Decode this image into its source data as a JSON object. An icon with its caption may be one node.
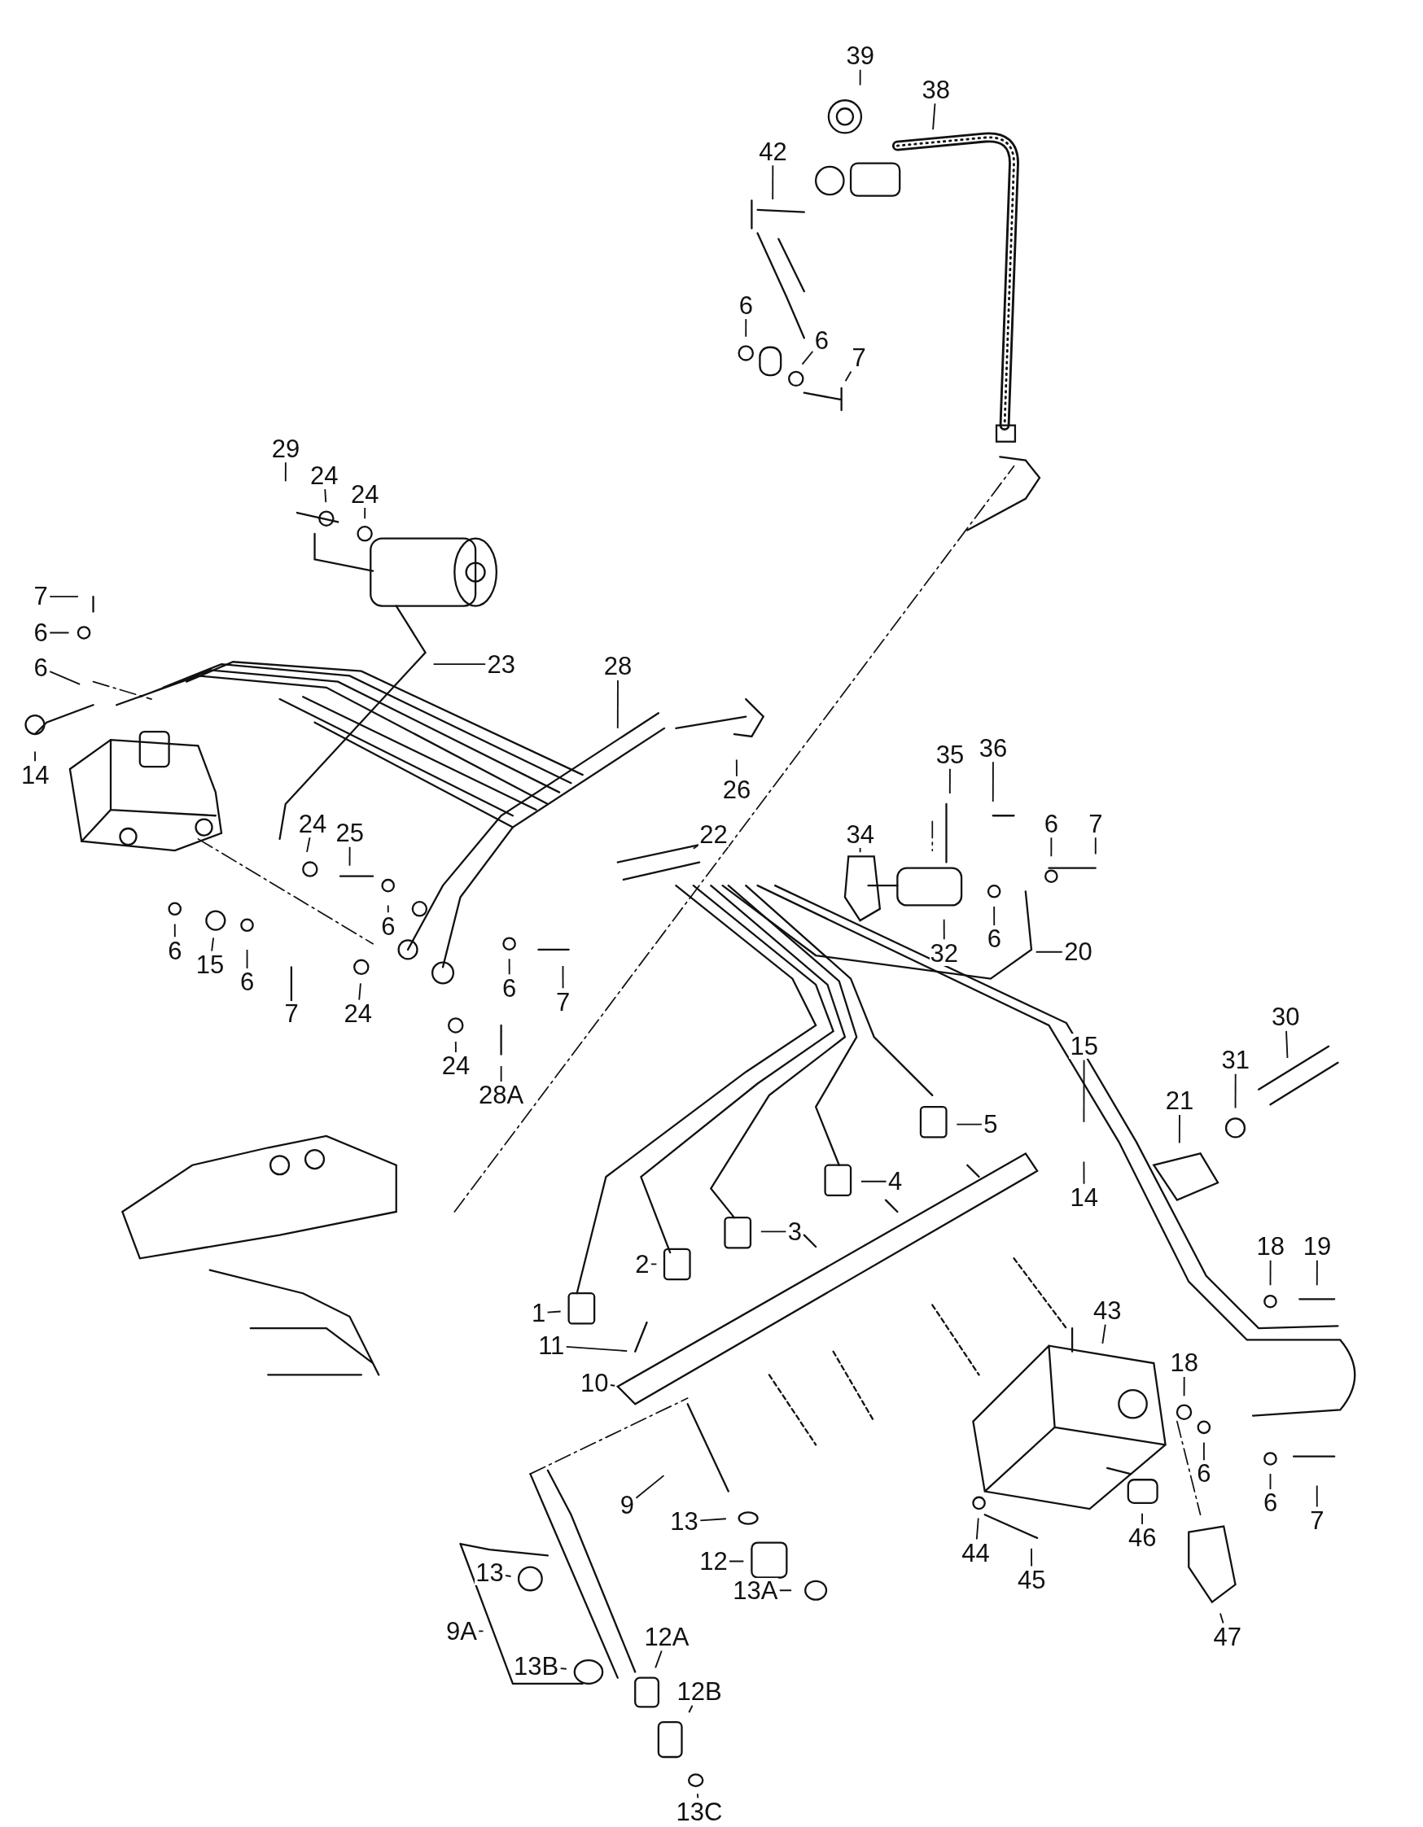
{
  "diagram": {
    "nodes": [
      {
        "text": [
          "39"
        ]
      },
      {
        "text": [
          "38"
        ]
      },
      {
        "text": [
          "42"
        ]
      },
      {
        "text": [
          "6"
        ]
      },
      {
        "text": [
          "6"
        ]
      },
      {
        "text": [
          "7"
        ]
      },
      {
        "text": [
          "29"
        ]
      },
      {
        "text": [
          "24"
        ]
      },
      {
        "text": [
          "24"
        ]
      },
      {
        "text": [
          "7"
        ]
      },
      {
        "text": [
          "6"
        ]
      },
      {
        "text": [
          "23"
        ]
      },
      {
        "text": [
          "6"
        ]
      },
      {
        "text": [
          "28"
        ]
      },
      {
        "text": [
          "14"
        ]
      },
      {
        "text": [
          "26"
        ]
      },
      {
        "text": [
          "36"
        ]
      },
      {
        "text": [
          "35"
        ]
      },
      {
        "text": [
          "24"
        ]
      },
      {
        "text": [
          "25"
        ]
      },
      {
        "text": [
          "34"
        ]
      },
      {
        "text": [
          "22"
        ]
      },
      {
        "text": [
          "6"
        ]
      },
      {
        "text": [
          "7"
        ]
      },
      {
        "text": [
          "6"
        ]
      },
      {
        "text": [
          "15"
        ]
      },
      {
        "text": [
          "6"
        ]
      },
      {
        "text": [
          "7"
        ]
      },
      {
        "text": [
          "24"
        ]
      },
      {
        "text": [
          "6"
        ]
      },
      {
        "text": [
          "32"
        ]
      },
      {
        "text": [
          "6"
        ]
      },
      {
        "text": [
          "20"
        ]
      },
      {
        "text": [
          "6"
        ]
      },
      {
        "text": [
          "7"
        ]
      },
      {
        "text": [
          "24"
        ]
      },
      {
        "text": [
          "28A"
        ]
      },
      {
        "text": [
          "30"
        ]
      },
      {
        "text": [
          "15"
        ]
      },
      {
        "text": [
          "31"
        ]
      },
      {
        "text": [
          "21"
        ]
      },
      {
        "text": [
          "5"
        ]
      },
      {
        "text": [
          "14"
        ]
      },
      {
        "text": [
          "4"
        ]
      },
      {
        "text": [
          "3"
        ]
      },
      {
        "text": [
          "18"
        ]
      },
      {
        "text": [
          "19"
        ]
      },
      {
        "text": [
          "2"
        ]
      },
      {
        "text": [
          "43"
        ]
      },
      {
        "text": [
          "1"
        ]
      },
      {
        "text": [
          "11"
        ]
      },
      {
        "text": [
          "18"
        ]
      },
      {
        "text": [
          "10"
        ]
      },
      {
        "text": [
          "6"
        ]
      },
      {
        "text": [
          "6"
        ]
      },
      {
        "text": [
          "9"
        ]
      },
      {
        "text": [
          "7"
        ]
      },
      {
        "text": [
          "13"
        ]
      },
      {
        "text": [
          "44"
        ]
      },
      {
        "text": [
          "45"
        ]
      },
      {
        "text": [
          "46"
        ]
      },
      {
        "text": [
          "13"
        ]
      },
      {
        "text": [
          "12"
        ]
      },
      {
        "text": [
          "13A"
        ]
      },
      {
        "text": [
          "9A"
        ]
      },
      {
        "text": [
          "47"
        ]
      },
      {
        "text": [
          "12A"
        ]
      },
      {
        "text": [
          "13B"
        ]
      },
      {
        "text": [
          "12B"
        ]
      },
      {
        "text": [
          "13C"
        ]
      }
    ],
    "edges": [
      {
        "from": 0,
        "to": null,
        "arrow": "none"
      },
      {
        "from": 1,
        "to": null,
        "arrow": "none"
      },
      {
        "from": 2,
        "to": null,
        "arrow": "none"
      },
      {
        "from": 3,
        "to": null,
        "arrow": "none"
      },
      {
        "from": 4,
        "to": null,
        "arrow": "none"
      },
      {
        "from": 5,
        "to": null,
        "arrow": "none"
      },
      {
        "from": 6,
        "to": null,
        "arrow": "none"
      },
      {
        "from": 7,
        "to": null,
        "arrow": "none"
      },
      {
        "from": 8,
        "to": null,
        "arrow": "none"
      },
      {
        "from": 9,
        "to": null,
        "arrow": "none"
      },
      {
        "from": 10,
        "to": null,
        "arrow": "none"
      },
      {
        "from": 11,
        "to": null,
        "arrow": "none"
      },
      {
        "from": 12,
        "to": null,
        "arrow": "none"
      },
      {
        "from": 13,
        "to": null,
        "arrow": "none"
      },
      {
        "from": 14,
        "to": null,
        "arrow": "none"
      },
      {
        "from": 15,
        "to": null,
        "arrow": "none"
      },
      {
        "from": 16,
        "to": null,
        "arrow": "none"
      },
      {
        "from": 17,
        "to": null,
        "arrow": "none"
      },
      {
        "from": 18,
        "to": null,
        "arrow": "none"
      },
      {
        "from": 19,
        "to": null,
        "arrow": "none"
      },
      {
        "from": 20,
        "to": null,
        "arrow": "none"
      },
      {
        "from": 21,
        "to": null,
        "arrow": "none"
      },
      {
        "from": 22,
        "to": null,
        "arrow": "none"
      },
      {
        "from": 23,
        "to": null,
        "arrow": "none"
      },
      {
        "from": 24,
        "to": null,
        "arrow": "none"
      },
      {
        "from": 25,
        "to": null,
        "arrow": "none"
      },
      {
        "from": 26,
        "to": null,
        "arrow": "none"
      },
      {
        "from": 27,
        "to": null,
        "arrow": "none"
      },
      {
        "from": 28,
        "to": null,
        "arrow": "none"
      },
      {
        "from": 29,
        "to": null,
        "arrow": "none"
      },
      {
        "from": 30,
        "to": null,
        "arrow": "none"
      },
      {
        "from": 31,
        "to": null,
        "arrow": "none"
      },
      {
        "from": 32,
        "to": null,
        "arrow": "none"
      },
      {
        "from": 33,
        "to": null,
        "arrow": "none"
      },
      {
        "from": 34,
        "to": null,
        "arrow": "none"
      },
      {
        "from": 35,
        "to": null,
        "arrow": "none"
      },
      {
        "from": 36,
        "to": null,
        "arrow": "none"
      },
      {
        "from": 37,
        "to": null,
        "arrow": "none"
      },
      {
        "from": 38,
        "to": null,
        "arrow": "none"
      },
      {
        "from": 39,
        "to": null,
        "arrow": "none"
      },
      {
        "from": 40,
        "to": null,
        "arrow": "none"
      },
      {
        "from": 41,
        "to": null,
        "arrow": "none"
      },
      {
        "from": 42,
        "to": null,
        "arrow": "none"
      },
      {
        "from": 43,
        "to": null,
        "arrow": "none"
      },
      {
        "from": 44,
        "to": null,
        "arrow": "none"
      },
      {
        "from": 45,
        "to": null,
        "arrow": "none"
      },
      {
        "from": 46,
        "to": null,
        "arrow": "none"
      },
      {
        "from": 47,
        "to": null,
        "arrow": "none"
      },
      {
        "from": 48,
        "to": null,
        "arrow": "none"
      },
      {
        "from": 49,
        "to": null,
        "arrow": "none"
      },
      {
        "from": 50,
        "to": null,
        "arrow": "none"
      },
      {
        "from": 51,
        "to": null,
        "arrow": "none"
      },
      {
        "from": 52,
        "to": null,
        "arrow": "none"
      },
      {
        "from": 53,
        "to": null,
        "arrow": "none"
      },
      {
        "from": 54,
        "to": null,
        "arrow": "none"
      },
      {
        "from": 55,
        "to": null,
        "arrow": "none"
      },
      {
        "from": 56,
        "to": null,
        "arrow": "none"
      },
      {
        "from": 57,
        "to": null,
        "arrow": "none"
      },
      {
        "from": 58,
        "to": null,
        "arrow": "none"
      },
      {
        "from": 59,
        "to": null,
        "arrow": "none"
      },
      {
        "from": 60,
        "to": null,
        "arrow": "none"
      },
      {
        "from": 61,
        "to": null,
        "arrow": "none"
      },
      {
        "from": 62,
        "to": null,
        "arrow": "none"
      },
      {
        "from": 63,
        "to": null,
        "arrow": "none"
      },
      {
        "from": 64,
        "to": null,
        "arrow": "none"
      },
      {
        "from": 65,
        "to": null,
        "arrow": "none"
      },
      {
        "from": 66,
        "to": null,
        "arrow": "none"
      },
      {
        "from": 67,
        "to": null,
        "arrow": "none"
      },
      {
        "from": 68,
        "to": null,
        "arrow": "none"
      },
      {
        "from": 69,
        "to": null,
        "arrow": "none"
      }
    ]
  }
}
